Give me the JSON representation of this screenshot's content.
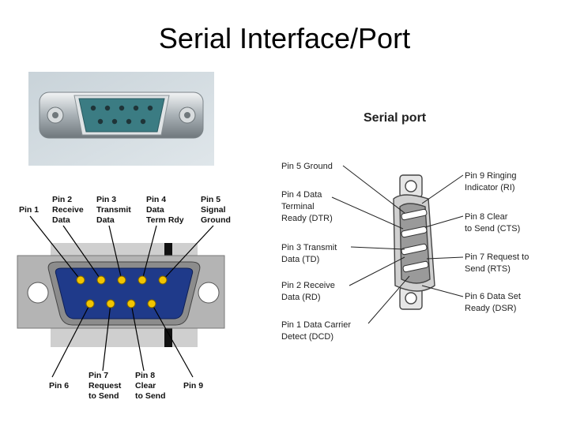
{
  "title": "Serial Interface/Port",
  "pinout": {
    "pin1": "Pin 1",
    "pin2": [
      "Pin 2",
      "Receive",
      "Data"
    ],
    "pin3": [
      "Pin 3",
      "Transmit",
      "Data"
    ],
    "pin4": [
      "Pin 4",
      "Data",
      "Term Rdy"
    ],
    "pin5": [
      "Pin 5",
      "Signal",
      "Ground"
    ],
    "pin6": "Pin 6",
    "pin7": [
      "Pin 7",
      "Request",
      "to Send"
    ],
    "pin8": [
      "Pin 8",
      "Clear",
      "to Send"
    ],
    "pin9": "Pin 9"
  },
  "serial_port": {
    "title": "Serial port",
    "left_labels": {
      "p5": [
        "Pin 5 Ground"
      ],
      "p4": [
        "Pin 4 Data",
        "Terminal",
        "Ready (DTR)"
      ],
      "p3": [
        "Pin 3 Transmit",
        "Data (TD)"
      ],
      "p2": [
        "Pin 2 Receive",
        "Data (RD)"
      ],
      "p1": [
        "Pin 1 Data Carrier",
        "Detect (DCD)"
      ]
    },
    "right_labels": {
      "p9": [
        "Pin 9 Ringing",
        "Indicator (RI)"
      ],
      "p8": [
        "Pin 8 Clear",
        "to Send (CTS)"
      ],
      "p7": [
        "Pin 7 Request to",
        "Send (RTS)"
      ],
      "p6": [
        "Pin 6 Data Set",
        "Ready (DSR)"
      ]
    }
  }
}
